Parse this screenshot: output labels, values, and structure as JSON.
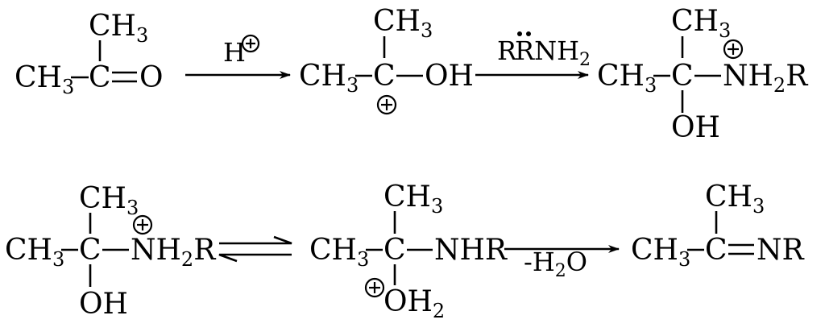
{
  "row1": {
    "mol1": {
      "ch3_top": "CH",
      "ch3_top_sub": "3",
      "ch3_left": "CH",
      "ch3_left_sub": "3",
      "c": "C",
      "o": "O"
    },
    "arrow1": {
      "reagent": "H"
    },
    "mol2": {
      "ch3_top": "CH",
      "ch3_top_sub": "3",
      "ch3_left": "CH",
      "ch3_left_sub": "3",
      "c": "C",
      "oh": "OH"
    },
    "arrow2": {
      "reagent_a": "RNH",
      "reagent_sub": "2"
    },
    "mol3": {
      "ch3_top": "CH",
      "ch3_top_sub": "3",
      "ch3_left": "CH",
      "ch3_left_sub": "3",
      "c": "C",
      "nh": "NH",
      "nh_sub": "2",
      "r": "R",
      "oh": "OH"
    }
  },
  "row2": {
    "mol4": {
      "ch3_top": "CH",
      "ch3_top_sub": "3",
      "ch3_left": "CH",
      "ch3_left_sub": "3",
      "c": "C",
      "nh": "NH",
      "nh_sub": "2",
      "r": "R",
      "oh": "OH"
    },
    "mol5": {
      "ch3_top": "CH",
      "ch3_top_sub": "3",
      "ch3_left": "CH",
      "ch3_left_sub": "3",
      "c": "C",
      "nhr": "NHR",
      "oh": "OH",
      "oh_sub": "2"
    },
    "arrow3": {
      "reagent_a": "-H",
      "reagent_sub": "2",
      "reagent_b": "O"
    },
    "mol6": {
      "ch3_top": "CH",
      "ch3_top_sub": "3",
      "ch3_left": "CH",
      "ch3_left_sub": "3",
      "c": "C",
      "nr": "NR"
    }
  }
}
